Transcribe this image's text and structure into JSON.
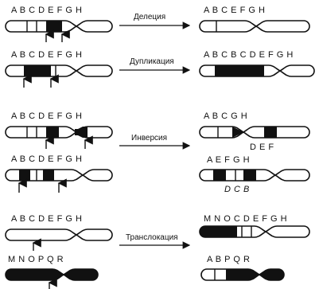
{
  "processes": {
    "deletion": "Делеция",
    "duplication": "Дупликация",
    "inversion": "Инверсия",
    "translocation": "Транслокация"
  },
  "genes": {
    "deletion_before": [
      "A",
      "B",
      "C",
      "D",
      "E",
      "F",
      "G",
      "H"
    ],
    "deletion_after": [
      "A",
      "B",
      "C",
      "E",
      "F",
      "G",
      "H"
    ],
    "duplication_before": [
      "A",
      "B",
      "C",
      "D",
      "E",
      "F",
      "G",
      "H"
    ],
    "duplication_after": [
      "A",
      "B",
      "C",
      "B",
      "C",
      "D",
      "E",
      "F",
      "G",
      "H"
    ],
    "inversion1_before": [
      "A",
      "B",
      "C",
      "D",
      "E",
      "F",
      "G",
      "H"
    ],
    "inversion1_after_top": [
      "A",
      "B",
      "C",
      "G",
      "H"
    ],
    "inversion1_after_bottom": [
      "D",
      "E",
      "F"
    ],
    "inversion2_before": [
      "A",
      "B",
      "C",
      "D",
      "E",
      "F",
      "G",
      "H"
    ],
    "inversion2_after_top": [
      "A",
      "E",
      "F",
      "G",
      "H"
    ],
    "inversion2_after_bottom": [
      "D",
      "C",
      "B"
    ],
    "translocation_a_before": [
      "A",
      "B",
      "C",
      "D",
      "E",
      "F",
      "G",
      "H"
    ],
    "translocation_b_before": [
      "M",
      "N",
      "O",
      "P",
      "Q",
      "R"
    ],
    "translocation_a_after": [
      "M",
      "N",
      "O",
      "C",
      "D",
      "E",
      "F",
      "G",
      "H"
    ],
    "translocation_b_after": [
      "A",
      "B",
      "P",
      "Q",
      "R"
    ]
  }
}
